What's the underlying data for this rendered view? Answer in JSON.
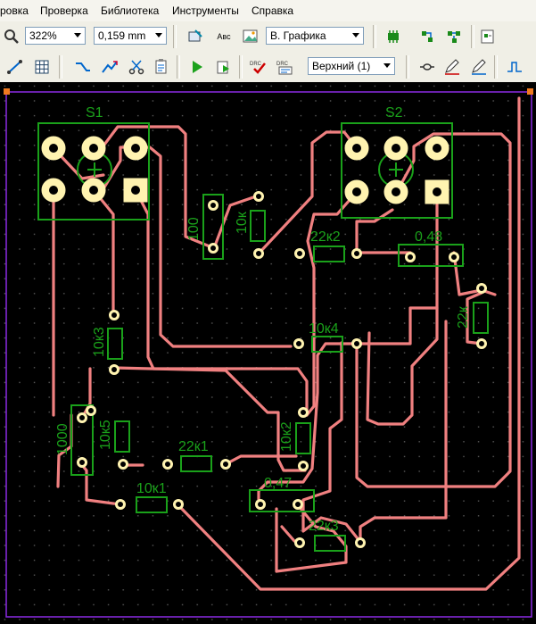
{
  "menu": {
    "items": [
      {
        "label": "ровка"
      },
      {
        "label": "Проверка"
      },
      {
        "label": "Библиотека"
      },
      {
        "label": "Инструменты"
      },
      {
        "label": "Справка"
      }
    ]
  },
  "toolbar": {
    "zoom_value": "322%",
    "grid_step_value": "0,159 mm",
    "graphics_mode_value": "В. Графика",
    "abc_label": "Авс",
    "layer_value": "Верхний (1)",
    "drc1_label": "DRC",
    "drc2_label": "DRC"
  },
  "board": {
    "components": [
      {
        "id": "s1",
        "label": "S1"
      },
      {
        "id": "s2",
        "label": "S2"
      },
      {
        "id": "r-100",
        "label": "100"
      },
      {
        "id": "r-10k-top",
        "label": "10к"
      },
      {
        "id": "r-22k2",
        "label": "22к2"
      },
      {
        "id": "c-048",
        "label": "0,48"
      },
      {
        "id": "r-22k",
        "label": "22к"
      },
      {
        "id": "r-10k3",
        "label": "10к3"
      },
      {
        "id": "r-10k4",
        "label": "10к4"
      },
      {
        "id": "r-1000",
        "label": "1000"
      },
      {
        "id": "r-10k5",
        "label": "10к5"
      },
      {
        "id": "r-22k1",
        "label": "22к1"
      },
      {
        "id": "r-10k2",
        "label": "10к2"
      },
      {
        "id": "r-10k1",
        "label": "10к1"
      },
      {
        "id": "c-047",
        "label": "0,47"
      },
      {
        "id": "r-22k3",
        "label": "22к3"
      }
    ]
  },
  "colors": {
    "background": "#000000",
    "track": "#f08080",
    "silkscreen": "#1aa11a",
    "pad": "#fff3b0",
    "board_outline": "#8a2be2",
    "grid": "#555555"
  }
}
